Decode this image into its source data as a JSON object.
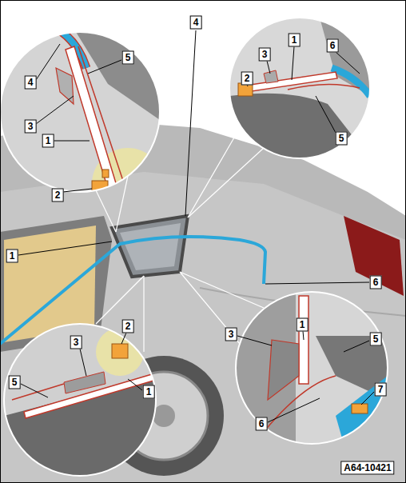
{
  "diagram": {
    "labels": [
      "4",
      "5",
      "3",
      "1",
      "2",
      "4",
      "3",
      "1",
      "6",
      "2",
      "5",
      "1",
      "6",
      "2",
      "3",
      "1",
      "5",
      "1",
      "3",
      "5",
      "7",
      "6",
      "A64-10421"
    ]
  }
}
